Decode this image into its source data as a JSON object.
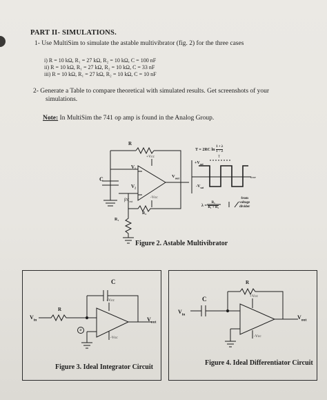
{
  "section": {
    "heading": "PART II-  SIMULATIONS."
  },
  "q1": {
    "text": "1-  Use MultiSim to simulate the astable multivibrator (fig. 2) for the three cases",
    "cases": [
      "i)   R = 10 kΩ,  R₁ = 27 kΩ,  R₂ = 10 kΩ,  C = 100 nF",
      "ii)  R = 10 kΩ,  R₁ = 27 kΩ,  R₂ = 10 kΩ,  C = 33 nF",
      "iii) R = 10 kΩ,  R₁ = 27 kΩ,  R₂ = 10 kΩ,  C = 10 nF"
    ]
  },
  "q2": {
    "line1": "2-  Generate a Table to compare theoretical with simulated results. Get screenshots of your",
    "line2": "simulations."
  },
  "note": {
    "label": "Note:",
    "text": " In MultiSim the 741 op amp is found in the Analog Group."
  },
  "fig2": {
    "caption": "Figure 2.  Astable Multivibrator",
    "labels": {
      "R": "R",
      "V1": "V₁",
      "V2": "V₂",
      "C": "C",
      "vcc": "+Vcc",
      "vee": "-Vcc",
      "vout": "V",
      "vout_sub": "out",
      "r1": "R₁",
      "r2": "R₂",
      "beta": "βV",
      "beta_sub": "out"
    },
    "formula": "T = 2RC ln",
    "frac_top": "1 + λ",
    "frac_bot": "1 − λ",
    "wave_pos": "+V",
    "wave_neg": "-V",
    "sat": "sat",
    "wave_T": "T",
    "time": "time",
    "lambda": "λ =",
    "lambda_top": "R₁",
    "lambda_bot": "R₁ + R₂",
    "from_note": [
      "from",
      "voltage",
      "divider"
    ]
  },
  "fig3": {
    "caption": "Figure 3.  Ideal Integrator Circuit",
    "labels": {
      "C": "C",
      "R": "R",
      "vin": "V",
      "vin_sub": "in",
      "vout": "V",
      "vout_sub": "out",
      "vcc": "+Vcc",
      "vee": "-Vcc",
      "a": "a"
    }
  },
  "fig4": {
    "caption": "Figure 4.  Ideal Differentiator Circuit",
    "labels": {
      "C": "C",
      "R": "R",
      "vin": "V",
      "vin_sub": "in",
      "vout": "V",
      "vout_sub": "out",
      "vcc": "+Vcc",
      "vee": "-Vcc"
    }
  }
}
